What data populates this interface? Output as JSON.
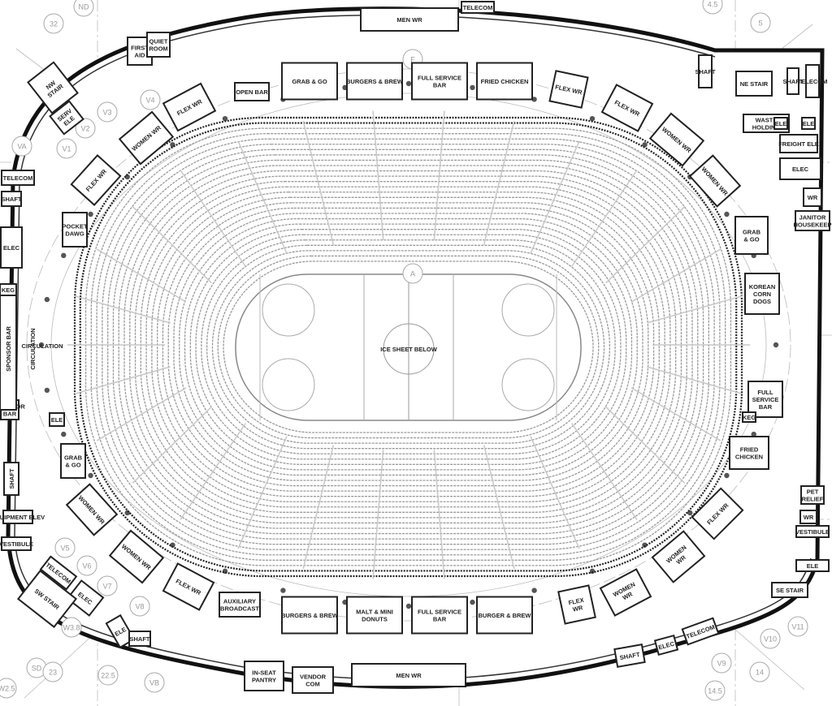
{
  "title": "Arena concourse floor plan",
  "center_label": "ICE SHEET BELOW",
  "rooms": [
    {
      "lines": [
        "MEN WR"
      ]
    },
    {
      "lines": [
        "TELECOM"
      ]
    },
    {
      "lines": [
        "FIRST",
        "AID"
      ]
    },
    {
      "lines": [
        "QUIET",
        "ROOM"
      ]
    },
    {
      "lines": [
        "NW",
        "STAIR"
      ]
    },
    {
      "lines": [
        "SERV",
        "ELE"
      ]
    },
    {
      "lines": [
        "TELECOM"
      ]
    },
    {
      "lines": [
        "SHAFT"
      ]
    },
    {
      "lines": [
        "FLEX WR"
      ]
    },
    {
      "lines": [
        "WOMEN WR"
      ]
    },
    {
      "lines": [
        "FLEX WR"
      ]
    },
    {
      "lines": [
        "POCKET",
        "DAWG"
      ]
    },
    {
      "lines": [
        "OPEN BAR"
      ]
    },
    {
      "lines": [
        "GRAB & GO"
      ]
    },
    {
      "lines": [
        "BURGERS & BREW"
      ]
    },
    {
      "lines": [
        "FULL SERVICE",
        "BAR"
      ]
    },
    {
      "lines": [
        "FRIED CHICKEN"
      ]
    },
    {
      "lines": [
        "FLEX WR"
      ]
    },
    {
      "lines": [
        "FLEX WR"
      ]
    },
    {
      "lines": [
        "WOMEN WR"
      ]
    },
    {
      "lines": [
        "WOMEN WR"
      ]
    },
    {
      "lines": [
        "SHAFT"
      ]
    },
    {
      "lines": [
        "NE STAIR"
      ]
    },
    {
      "lines": [
        "SHAFT"
      ]
    },
    {
      "lines": [
        "TELECOM"
      ]
    },
    {
      "lines": [
        "WASTE",
        "HOLDING"
      ]
    },
    {
      "lines": [
        "ELE"
      ]
    },
    {
      "lines": [
        "ELE"
      ]
    },
    {
      "lines": [
        "FREIGHT ELE"
      ]
    },
    {
      "lines": [
        "ELEC"
      ]
    },
    {
      "lines": [
        "WR"
      ]
    },
    {
      "lines": [
        "JANITOR",
        "HOUSEKEEP"
      ]
    },
    {
      "lines": [
        "GRAB",
        "& GO"
      ]
    },
    {
      "lines": [
        "KOREAN",
        "CORN",
        "DOGS"
      ]
    },
    {
      "lines": [
        "FULL",
        "SERVICE",
        "BAR"
      ]
    },
    {
      "lines": [
        "KEG"
      ]
    },
    {
      "lines": [
        "FRIED",
        "CHICKEN"
      ]
    },
    {
      "lines": [
        "FLEX WR"
      ]
    },
    {
      "lines": [
        "WOMEN",
        "WR"
      ]
    },
    {
      "lines": [
        "WOMEN",
        "WR"
      ]
    },
    {
      "lines": [
        "FLEX",
        "WR"
      ]
    },
    {
      "lines": [
        "PET",
        "RELIEF"
      ]
    },
    {
      "lines": [
        "WR"
      ]
    },
    {
      "lines": [
        "VESTIBULE"
      ]
    },
    {
      "lines": [
        "ELE"
      ]
    },
    {
      "lines": [
        "SE STAIR"
      ]
    },
    {
      "lines": [
        "TELECOM"
      ]
    },
    {
      "lines": [
        "ELEC"
      ]
    },
    {
      "lines": [
        "SHAFT"
      ]
    },
    {
      "lines": [
        "BURGERS & BREW"
      ]
    },
    {
      "lines": [
        "MALT & MINI",
        "DONUTS"
      ]
    },
    {
      "lines": [
        "FULL SERVICE",
        "BAR"
      ]
    },
    {
      "lines": [
        "BURGER & BREW"
      ]
    },
    {
      "lines": [
        "IN-SEAT",
        "PANTRY"
      ]
    },
    {
      "lines": [
        "VENDOR",
        "COM"
      ]
    },
    {
      "lines": [
        "MEN WR"
      ]
    },
    {
      "lines": [
        "AUXILIARY",
        "BROADCAST"
      ]
    },
    {
      "lines": [
        "FLEX WR"
      ]
    },
    {
      "lines": [
        "WOMEN WR"
      ]
    },
    {
      "lines": [
        "WOMEN WR"
      ]
    },
    {
      "lines": [
        "TELECOM"
      ]
    },
    {
      "lines": [
        "ELEC"
      ]
    },
    {
      "lines": [
        "SW STAIR"
      ]
    },
    {
      "lines": [
        "ELE"
      ]
    },
    {
      "lines": [
        "SHAFT"
      ]
    },
    {
      "lines": [
        "GRAB",
        "& GO"
      ]
    },
    {
      "lines": [
        "SHAFT"
      ]
    },
    {
      "lines": [
        "EQUIPMENT ELEV"
      ]
    },
    {
      "lines": [
        "VESTIBULE"
      ]
    },
    {
      "lines": [
        "ELE"
      ]
    },
    {
      "lines": [
        "SPONSOR",
        "BAR"
      ]
    },
    {
      "lines": [
        "SPONSOR BAR"
      ]
    },
    {
      "lines": [
        "CIRCULATION"
      ]
    },
    {
      "lines": [
        "CIRCULATION"
      ]
    },
    {
      "lines": [
        "KEG"
      ]
    },
    {
      "lines": [
        "ELEC"
      ]
    }
  ],
  "grid_bubbles": [
    "ND",
    "32",
    "VA",
    "V1",
    "V2",
    "V3",
    "V4",
    "F",
    "4.5",
    "5",
    "A",
    "V5",
    "V6",
    "V7",
    "V8",
    "W3.8",
    "SD",
    "23",
    "22.5",
    "VB",
    "W2.5",
    "V9",
    "V10",
    "V11",
    "14",
    "14.5"
  ]
}
